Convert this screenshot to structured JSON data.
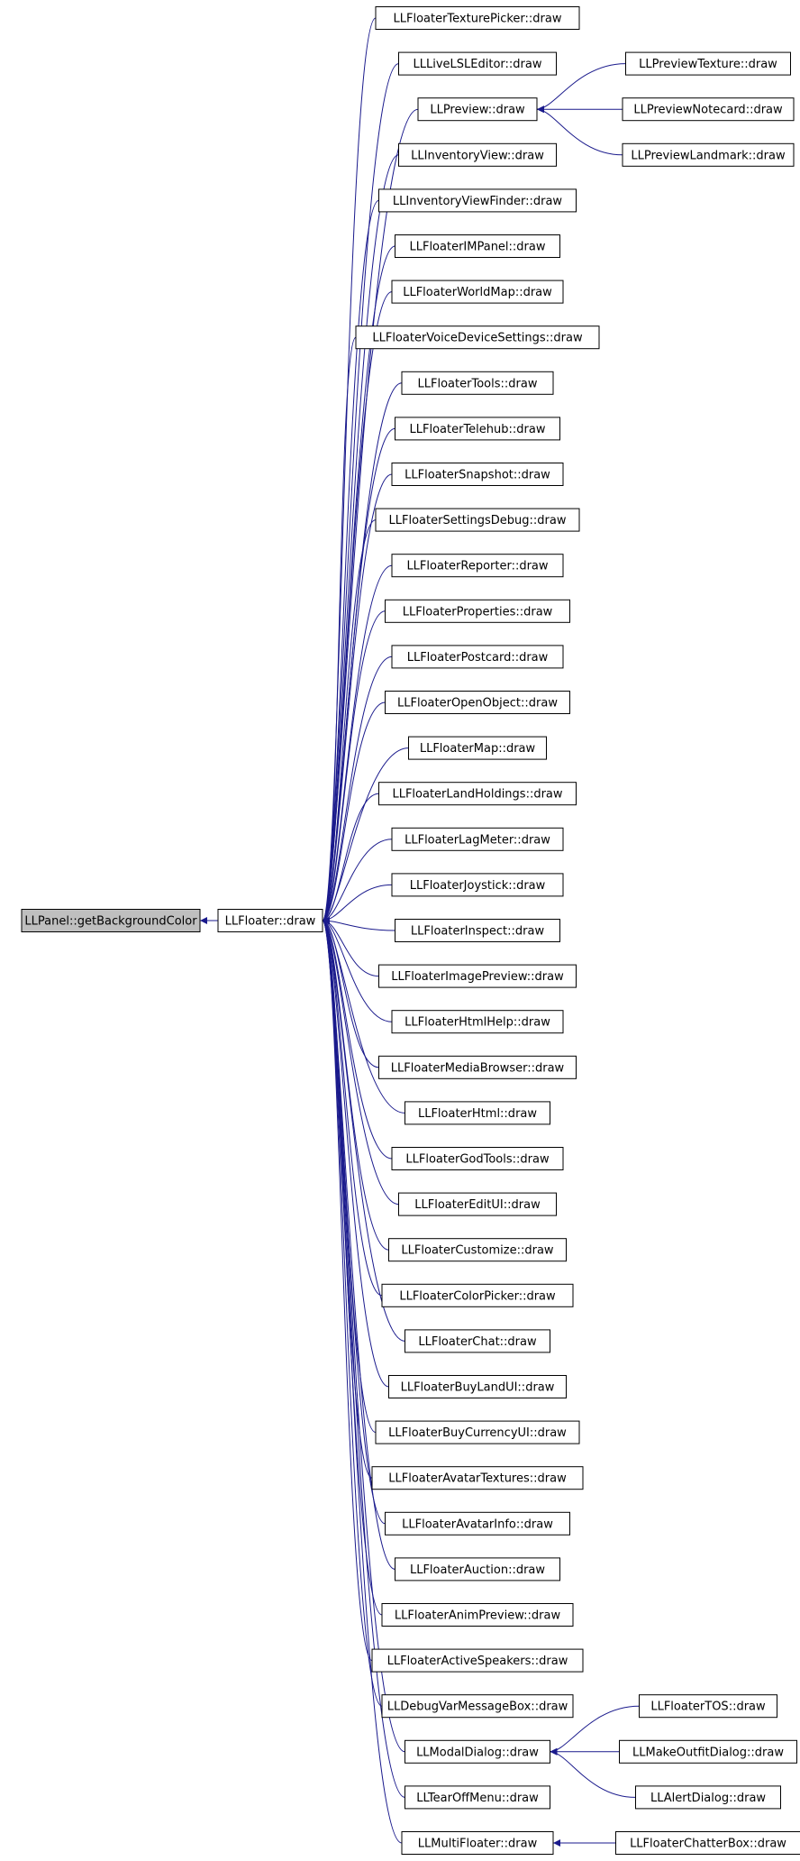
{
  "diagram": {
    "root": {
      "id": "getbg",
      "label": "LLPanel::getBackgroundColor"
    },
    "hub": {
      "id": "floater",
      "label": "LLFloater::draw"
    },
    "children": [
      {
        "id": "n_texturepicker",
        "label": "LLFloaterTexturePicker::draw"
      },
      {
        "id": "n_livelsl",
        "label": "LLLiveLSLEditor::draw"
      },
      {
        "id": "n_preview",
        "label": "LLPreview::draw"
      },
      {
        "id": "n_inventoryview",
        "label": "LLInventoryView::draw"
      },
      {
        "id": "n_inventoryviewfinder",
        "label": "LLInventoryViewFinder::draw"
      },
      {
        "id": "n_impanel",
        "label": "LLFloaterIMPanel::draw"
      },
      {
        "id": "n_worldmap",
        "label": "LLFloaterWorldMap::draw"
      },
      {
        "id": "n_voicedevice",
        "label": "LLFloaterVoiceDeviceSettings::draw"
      },
      {
        "id": "n_tools",
        "label": "LLFloaterTools::draw"
      },
      {
        "id": "n_telehub",
        "label": "LLFloaterTelehub::draw"
      },
      {
        "id": "n_snapshot",
        "label": "LLFloaterSnapshot::draw"
      },
      {
        "id": "n_settingsdebug",
        "label": "LLFloaterSettingsDebug::draw"
      },
      {
        "id": "n_reporter",
        "label": "LLFloaterReporter::draw"
      },
      {
        "id": "n_properties",
        "label": "LLFloaterProperties::draw"
      },
      {
        "id": "n_postcard",
        "label": "LLFloaterPostcard::draw"
      },
      {
        "id": "n_openobject",
        "label": "LLFloaterOpenObject::draw"
      },
      {
        "id": "n_map",
        "label": "LLFloaterMap::draw"
      },
      {
        "id": "n_landholdings",
        "label": "LLFloaterLandHoldings::draw"
      },
      {
        "id": "n_lagmeter",
        "label": "LLFloaterLagMeter::draw"
      },
      {
        "id": "n_joystick",
        "label": "LLFloaterJoystick::draw"
      },
      {
        "id": "n_inspect",
        "label": "LLFloaterInspect::draw"
      },
      {
        "id": "n_imagepreview",
        "label": "LLFloaterImagePreview::draw"
      },
      {
        "id": "n_htmlhelp",
        "label": "LLFloaterHtmlHelp::draw"
      },
      {
        "id": "n_mediabrowser",
        "label": "LLFloaterMediaBrowser::draw"
      },
      {
        "id": "n_html",
        "label": "LLFloaterHtml::draw"
      },
      {
        "id": "n_godtools",
        "label": "LLFloaterGodTools::draw"
      },
      {
        "id": "n_editui",
        "label": "LLFloaterEditUI::draw"
      },
      {
        "id": "n_customize",
        "label": "LLFloaterCustomize::draw"
      },
      {
        "id": "n_colorpicker",
        "label": "LLFloaterColorPicker::draw"
      },
      {
        "id": "n_chat",
        "label": "LLFloaterChat::draw"
      },
      {
        "id": "n_buylandui",
        "label": "LLFloaterBuyLandUI::draw"
      },
      {
        "id": "n_buycurrencyui",
        "label": "LLFloaterBuyCurrencyUI::draw"
      },
      {
        "id": "n_avatartextures",
        "label": "LLFloaterAvatarTextures::draw"
      },
      {
        "id": "n_avatarinfo",
        "label": "LLFloaterAvatarInfo::draw"
      },
      {
        "id": "n_auction",
        "label": "LLFloaterAuction::draw"
      },
      {
        "id": "n_animpreview",
        "label": "LLFloaterAnimPreview::draw"
      },
      {
        "id": "n_activespeakers",
        "label": "LLFloaterActiveSpeakers::draw"
      },
      {
        "id": "n_debugvar",
        "label": "LLDebugVarMessageBox::draw"
      },
      {
        "id": "n_modal",
        "label": "LLModalDialog::draw"
      },
      {
        "id": "n_tearoff",
        "label": "LLTearOffMenu::draw"
      },
      {
        "id": "n_multifloater",
        "label": "LLMultiFloater::draw"
      }
    ],
    "grandchildren": [
      {
        "id": "g_previewtexture",
        "parent": "n_preview",
        "label": "LLPreviewTexture::draw"
      },
      {
        "id": "g_previewnotecard",
        "parent": "n_preview",
        "label": "LLPreviewNotecard::draw"
      },
      {
        "id": "g_previewlandmark",
        "parent": "n_preview",
        "label": "LLPreviewLandmark::draw"
      },
      {
        "id": "g_floatertos",
        "parent": "n_modal",
        "label": "LLFloaterTOS::draw"
      },
      {
        "id": "g_makeoutfit",
        "parent": "n_modal",
        "label": "LLMakeOutfitDialog::draw"
      },
      {
        "id": "g_alertdialog",
        "parent": "n_modal",
        "label": "LLAlertDialog::draw"
      },
      {
        "id": "g_chatterbox",
        "parent": "n_multifloater",
        "label": "LLFloaterChatterBox::draw"
      }
    ],
    "colors": {
      "edge": "#1a1a8c",
      "node_border": "#000000",
      "node_fill": "#ffffff",
      "root_fill": "#bfbfbf"
    }
  }
}
